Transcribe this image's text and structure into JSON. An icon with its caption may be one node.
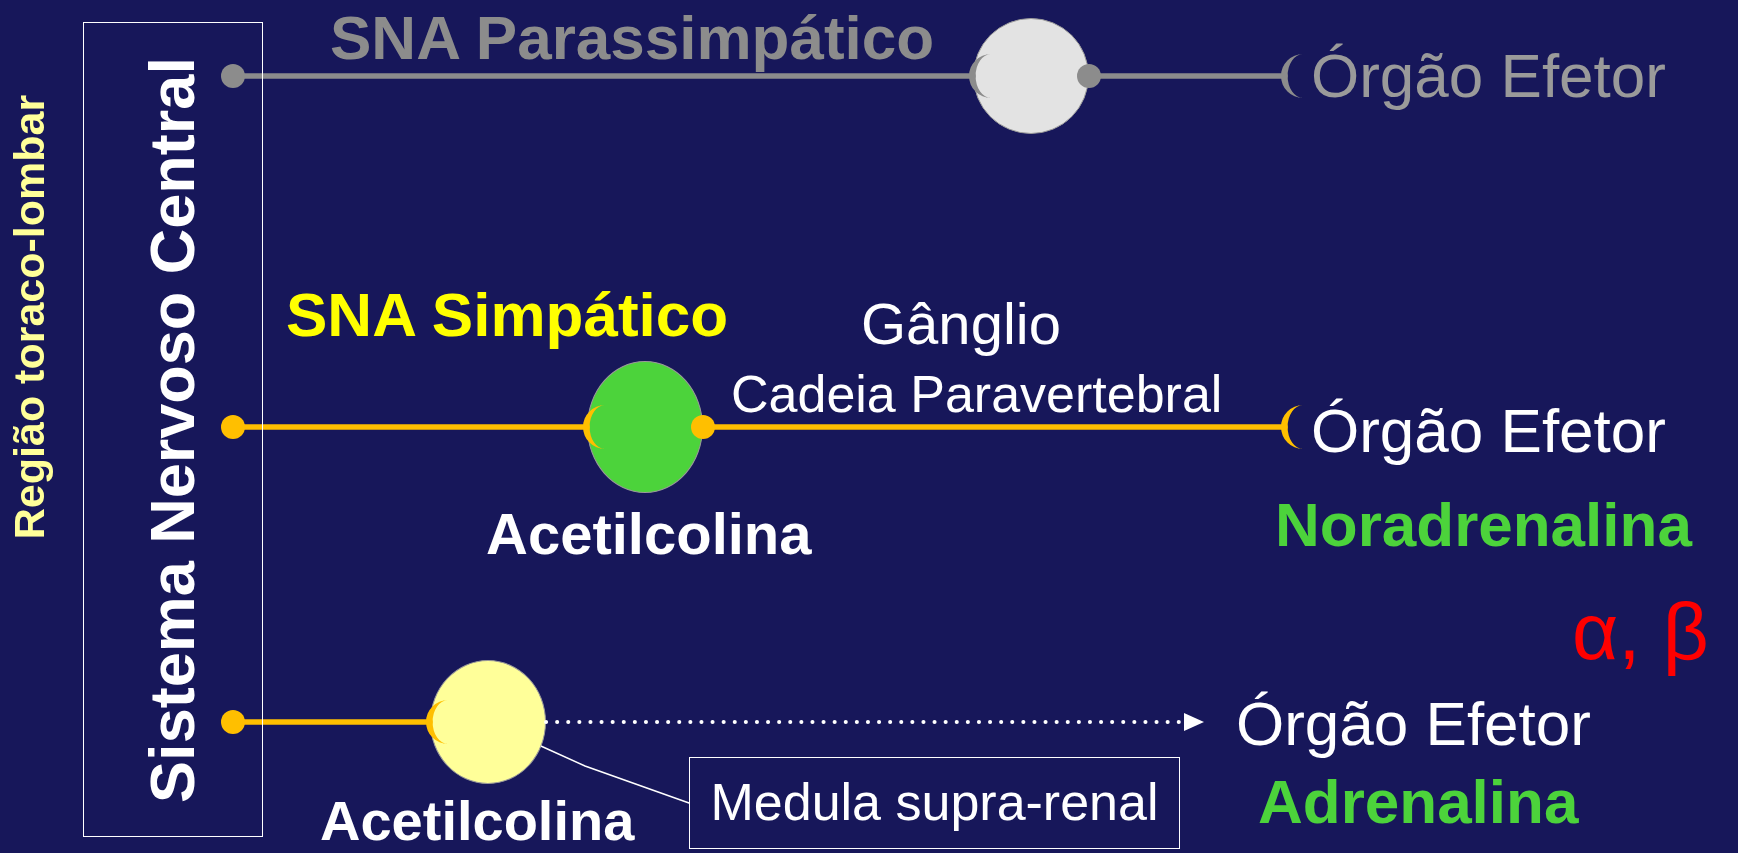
{
  "diagram": {
    "nodes": [
      {
        "text": [
          "Sistema Nervoso Central"
        ]
      },
      {
        "text": [],
        "shape": "circle"
      },
      {
        "text": [
          "Órgão Efetor"
        ]
      },
      {
        "text": [],
        "shape": "circle"
      },
      {
        "text": [
          "Órgão Efetor"
        ]
      },
      {
        "text": [],
        "shape": "circle"
      },
      {
        "text": [
          "Órgão Efetor"
        ]
      },
      {
        "text": [
          "Medula supra-renal"
        ]
      }
    ],
    "edges": [
      {
        "from": 0,
        "to": 1,
        "arrow": "other",
        "color": "#8c8c8c"
      },
      {
        "from": 1,
        "to": 2,
        "arrow": "other",
        "color": "#8c8c8c"
      },
      {
        "from": 0,
        "to": 3,
        "arrow": "other"
      },
      {
        "from": 3,
        "to": 4,
        "arrow": "other"
      },
      {
        "from": 0,
        "to": 5,
        "arrow": "other"
      },
      {
        "from": 5,
        "to": 6,
        "arrow": "to",
        "style": "dashed",
        "color": "#ffffff"
      },
      {
        "from": 7,
        "to": 5,
        "arrow": "none",
        "color": "#ffffff"
      }
    ],
    "labels": [
      "Região toraco-lombar",
      "SNA Parassimpático",
      "SNA Simpático",
      "Gânglio",
      "Cadeia Paravertebral",
      "Acetilcolina",
      "Noradrenalina",
      "α, β",
      "Acetilcolina",
      "Adrenalina"
    ]
  }
}
